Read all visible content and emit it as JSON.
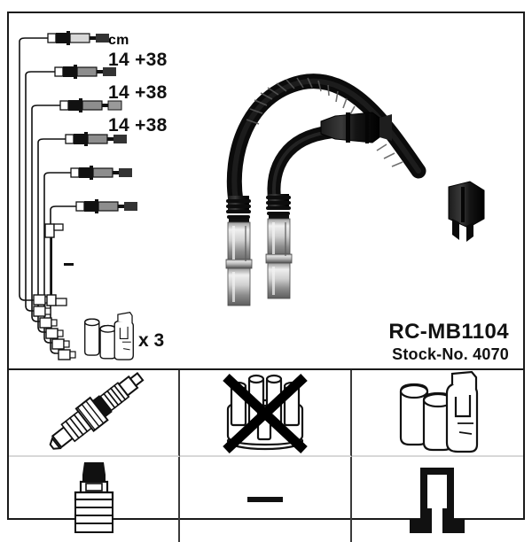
{
  "sheet": {
    "background_color": "#ffffff",
    "line_color": "#1a1a1a"
  },
  "upper_panel": {
    "unit_header": "cm",
    "length_labels": [
      "14 +38",
      "14 +38",
      "14 +38"
    ],
    "quantity_label": "x 3",
    "schematic_name": "ignition-cable-set-schematic",
    "wire_count": 6,
    "short_cable_label": "—",
    "coil_icon_name": "ignition-coil-pack-icon",
    "photo_name": "ignition-cable-photo"
  },
  "part": {
    "code": "RC-MB1104",
    "stock_label": "Stock-No. 4070"
  },
  "icon_grid": {
    "cells": [
      {
        "name": "spark-plug-connector-cell",
        "icon": "spark-plug-icon",
        "crossed_out": false,
        "text": ""
      },
      {
        "name": "distributor-cap-cell",
        "icon": "distributor-cap-icon",
        "crossed_out": true,
        "text": ""
      },
      {
        "name": "ignition-coil-cell",
        "icon": "ignition-coil-pack-icon",
        "crossed_out": false,
        "text": ""
      },
      {
        "name": "rubber-boot-cell",
        "icon": "rubber-boot-icon",
        "crossed_out": false,
        "text": ""
      },
      {
        "name": "not-applicable-cell",
        "icon": "dash-icon",
        "crossed_out": false,
        "text": "—"
      },
      {
        "name": "terminal-connector-cell",
        "icon": "terminal-connector-icon",
        "crossed_out": false,
        "text": ""
      }
    ]
  }
}
